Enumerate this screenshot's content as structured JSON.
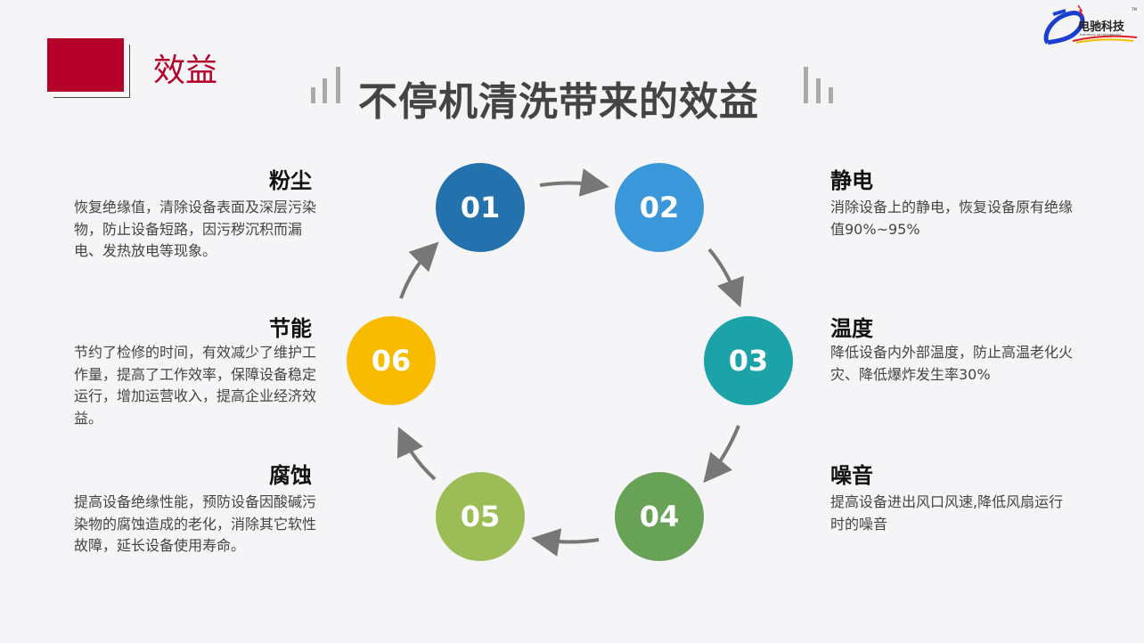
{
  "logo": {
    "text": "电驰科技",
    "subtext": "ELECTRICAL GIH TECHNOLOGY",
    "tm": "TM"
  },
  "section_label": "效益",
  "title": "不停机清洗带来的效益",
  "colors": {
    "accent": "#b5002a",
    "c01": "#2371ad",
    "c02": "#3a98da",
    "c03": "#1ba3a8",
    "c04": "#67a257",
    "c05": "#9cbd55",
    "c06": "#f8bb00"
  },
  "steps": [
    {
      "num": "01",
      "title": "粉尘",
      "text": "恢复绝缘值，清除设备表面及深层污染物，防止设备短路，因污秽沉积而漏电、发热放电等现象。"
    },
    {
      "num": "02",
      "title": "静电",
      "text": "消除设备上的静电，恢复设备原有绝缘值90%~95%"
    },
    {
      "num": "03",
      "title": "温度",
      "text": "降低设备内外部温度，防止高温老化火灾、降低爆炸发生率30%"
    },
    {
      "num": "04",
      "title": "噪音",
      "text": "提高设备进出风口风速,降低风扇运行时的噪音"
    },
    {
      "num": "05",
      "title": "腐蚀",
      "text": "提高设备绝缘性能，预防设备因酸碱污染物的腐蚀造成的老化，消除其它软性故障，延长设备使用寿命。"
    },
    {
      "num": "06",
      "title": "节能",
      "text": "节约了检修的时间，有效减少了维护工作量，提高了工作效率，保障设备稳定运行，增加运营收入，提高企业经济效益。"
    }
  ]
}
